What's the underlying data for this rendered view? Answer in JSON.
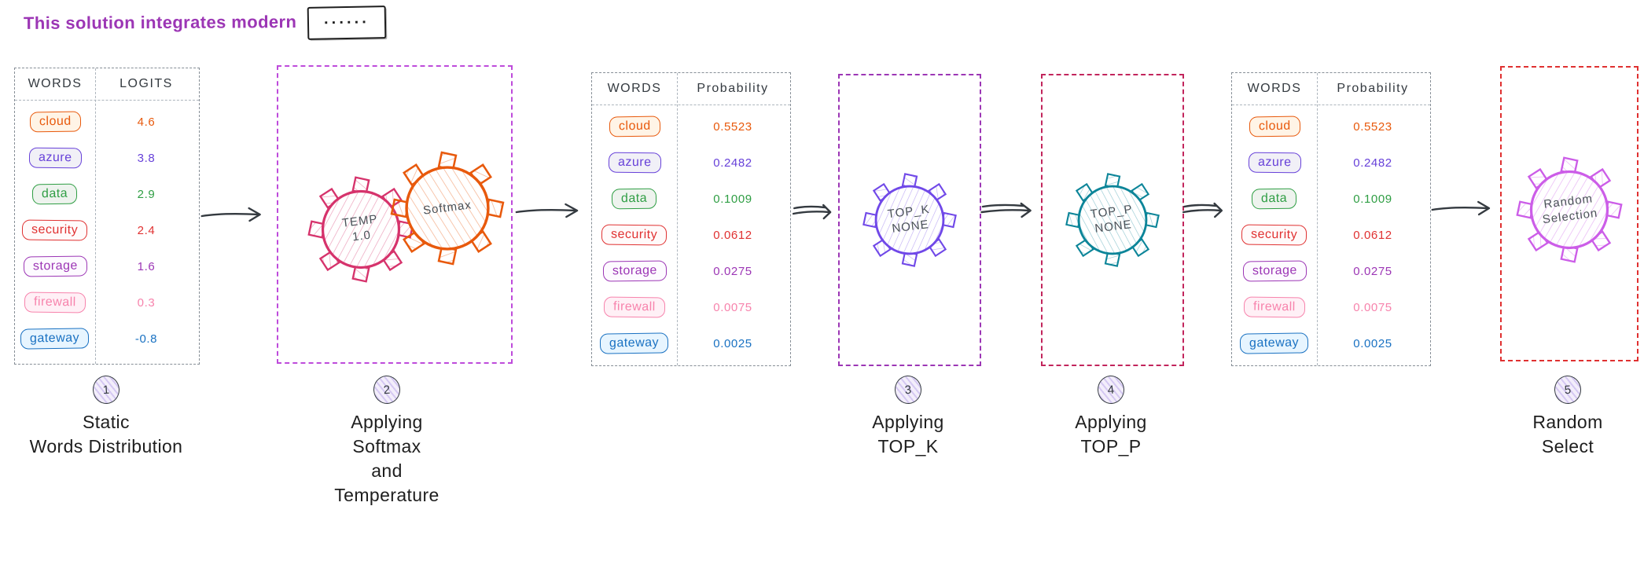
{
  "title": {
    "text": "This solution integrates modern",
    "box_text": "······"
  },
  "tables": {
    "words_header": "WORDS",
    "logits_header": "LOGITS",
    "probability_header": "Probability"
  },
  "vocab": [
    {
      "word": "cloud",
      "logit": "4.6",
      "prob": "0.5523",
      "color": "#e8590c",
      "bg": "#fff4e6"
    },
    {
      "word": "azure",
      "logit": "3.8",
      "prob": "0.2482",
      "color": "#6741d9",
      "bg": "#f1f0f7"
    },
    {
      "word": "data",
      "logit": "2.9",
      "prob": "0.1009",
      "color": "#2f9e44",
      "bg": "#eef3ee"
    },
    {
      "word": "security",
      "logit": "2.4",
      "prob": "0.0612",
      "color": "#e03131",
      "bg": "#fffafa"
    },
    {
      "word": "storage",
      "logit": "1.6",
      "prob": "0.0275",
      "color": "#9c36b5",
      "bg": "#fdfaff"
    },
    {
      "word": "firewall",
      "logit": "0.3",
      "prob": "0.0075",
      "color": "#f783ac",
      "bg": "#fff0f6"
    },
    {
      "word": "gateway",
      "logit": "-0.8",
      "prob": "0.0025",
      "color": "#1971c2",
      "bg": "#e7f5ff"
    }
  ],
  "stages": [
    {
      "number": "1",
      "label": "Static\nWords Distribution"
    },
    {
      "number": "2",
      "label": "Applying\nSoftmax\nand\nTemperature"
    },
    {
      "number": "3",
      "label": "Applying\nTOP_K"
    },
    {
      "number": "4",
      "label": "Applying\nTOP_P"
    },
    {
      "number": "5",
      "label": "Random\nSelect"
    }
  ],
  "gears": {
    "temperature": {
      "line1": "TEMP",
      "line2": "1.0",
      "color": "#d6336c"
    },
    "softmax": {
      "line1": "Softmax",
      "line2": "",
      "color": "#e8590c"
    },
    "top_k": {
      "line1": "TOP_K",
      "line2": "NONE",
      "color": "#7048e8"
    },
    "top_p": {
      "line1": "TOP_P",
      "line2": "NONE",
      "color": "#0c8599"
    },
    "random": {
      "line1": "Random",
      "line2": "Selection",
      "color": "#cc5de8"
    }
  },
  "boxes": {
    "softmax_color": "#be4bdb",
    "top_k_color": "#9c36b5",
    "top_p_color": "#c2255c",
    "random_color": "#e03131"
  }
}
